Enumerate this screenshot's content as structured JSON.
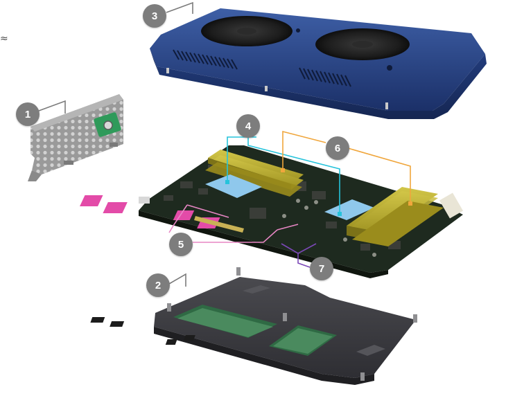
{
  "callouts": {
    "bracket": "1",
    "cold_plate": "2",
    "fan_shroud": "3",
    "memory_cooling": "4",
    "pcie_chips": "5",
    "dimm_slots": "6",
    "controller_chips": "7"
  },
  "colors": {
    "badge": "#7d7d7d",
    "shroud": "#23407e",
    "pcb": "#1e2a1f",
    "dimm": "#b5a928",
    "blue_pad": "#8fc8ec",
    "pink_pad": "#e34ba8",
    "cyan_line": "#25c3db",
    "orange_line": "#f0a63c",
    "pink_line": "#e786c4",
    "purple_line": "#7c48b8",
    "callout_line": "#7b7b7b",
    "cold_plate": "#3b3b3f"
  },
  "edge_glyph": "≈"
}
